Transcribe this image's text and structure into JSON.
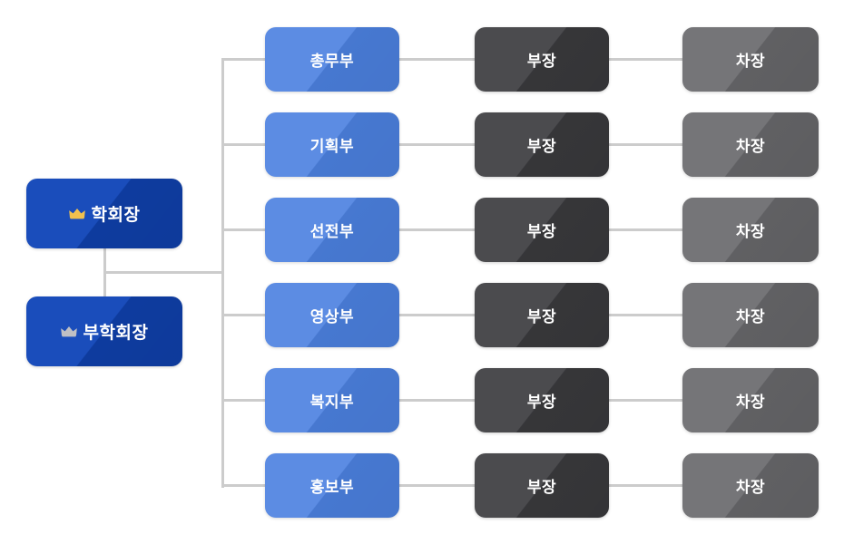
{
  "chart": {
    "type": "org-chart",
    "title": "",
    "background_color": "#ffffff",
    "connector_color": "#cccccc",
    "executives": [
      {
        "id": "president",
        "label": "학회장",
        "icon": "crown-icon",
        "icon_color": "#f2c14e",
        "box_color": "#1045b8",
        "text_color": "#ffffff"
      },
      {
        "id": "vice-president",
        "label": "부학회장",
        "icon": "crown-icon",
        "icon_color": "#c0c0c4",
        "box_color": "#1045b8",
        "text_color": "#ffffff"
      }
    ],
    "column_colors": {
      "department": "#4c81e0",
      "manager": "#414144",
      "deputy": "#6b6b6e"
    },
    "rows": [
      {
        "department": "총무부",
        "manager": "부장",
        "deputy": "차장"
      },
      {
        "department": "기획부",
        "manager": "부장",
        "deputy": "차장"
      },
      {
        "department": "선전부",
        "manager": "부장",
        "deputy": "차장"
      },
      {
        "department": "영상부",
        "manager": "부장",
        "deputy": "차장"
      },
      {
        "department": "복지부",
        "manager": "부장",
        "deputy": "차장"
      },
      {
        "department": "홍보부",
        "manager": "부장",
        "deputy": "차장"
      }
    ]
  }
}
